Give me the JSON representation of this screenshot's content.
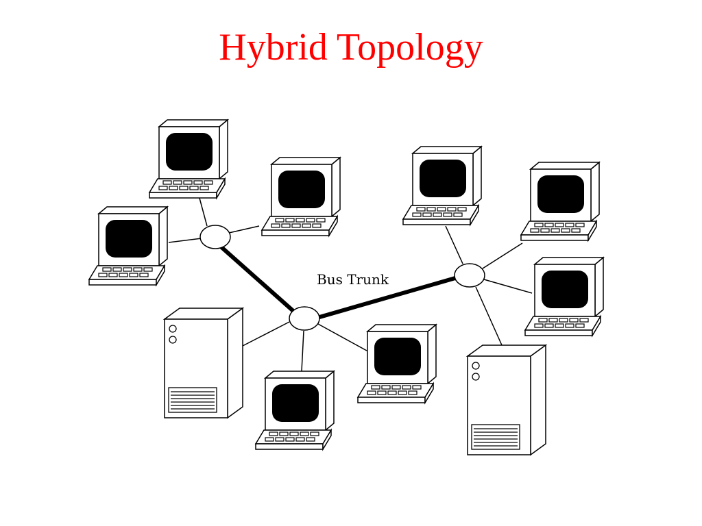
{
  "slide": {
    "title": "Hybrid Topology",
    "title_color": "#ff0000"
  },
  "diagram": {
    "trunk_label": "Bus Trunk",
    "hubs": [
      "hub-left",
      "hub-center",
      "hub-right"
    ],
    "devices": {
      "left_hub": [
        "workstation",
        "workstation",
        "workstation"
      ],
      "center_hub": [
        "server",
        "workstation",
        "workstation"
      ],
      "right_hub": [
        "workstation",
        "workstation",
        "workstation",
        "server"
      ]
    },
    "line_color": "#000000",
    "screen_color": "#000000"
  }
}
